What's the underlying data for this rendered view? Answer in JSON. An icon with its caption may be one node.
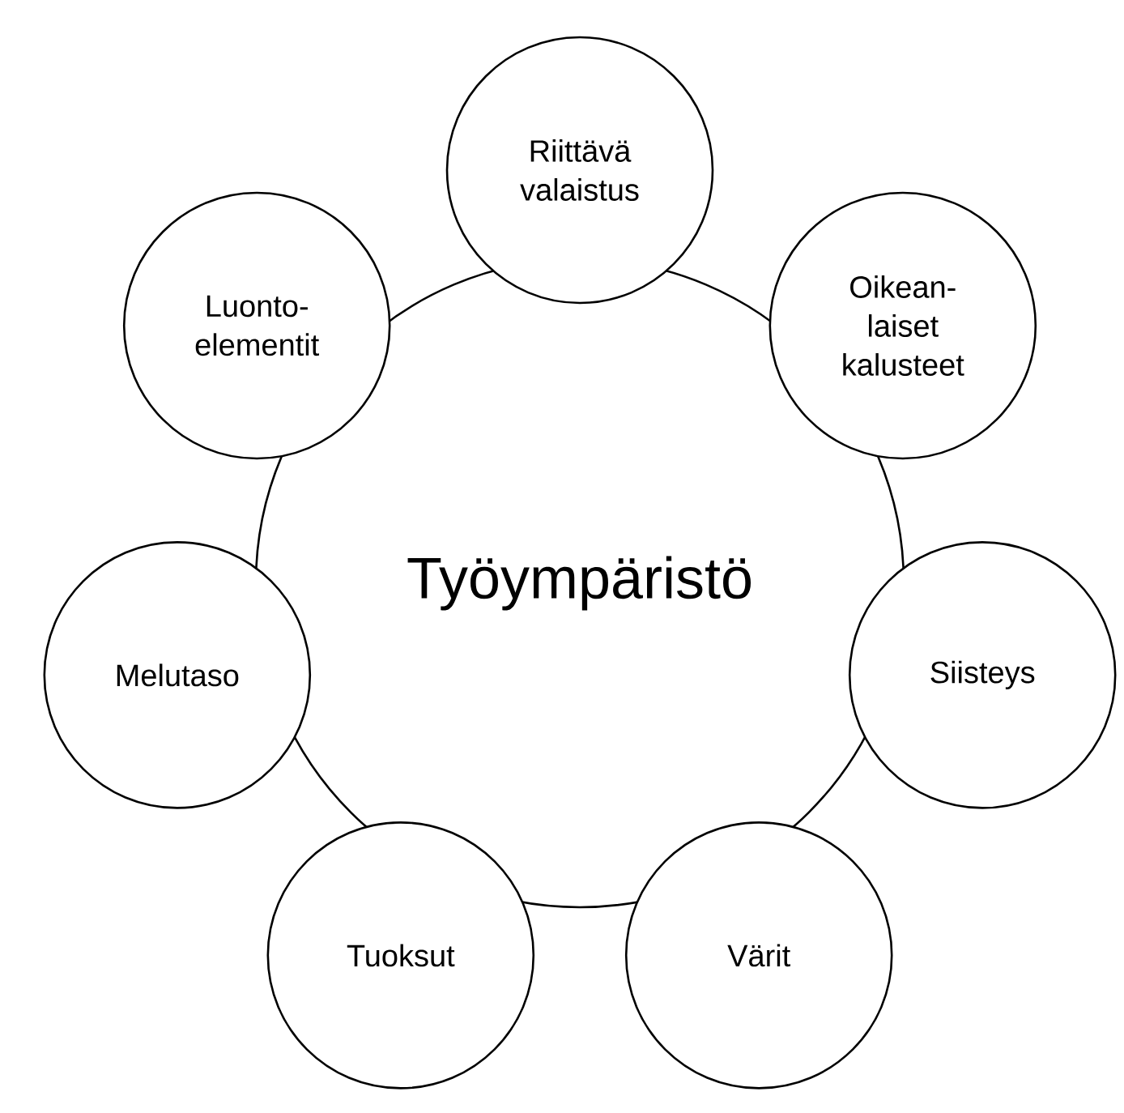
{
  "diagram": {
    "nodes": [
      {
        "text": [
          "Työympäristö"
        ]
      },
      {
        "text": [
          "Riittävä valaistus"
        ]
      },
      {
        "text": [
          "Oikean- laiset kalusteet"
        ]
      },
      {
        "text": [
          "Siisteys"
        ]
      },
      {
        "text": [
          "Värit"
        ]
      },
      {
        "text": [
          "Tuoksut"
        ]
      },
      {
        "text": [
          "Melutaso"
        ]
      },
      {
        "text": [
          "Luonto- elementit"
        ]
      }
    ]
  }
}
